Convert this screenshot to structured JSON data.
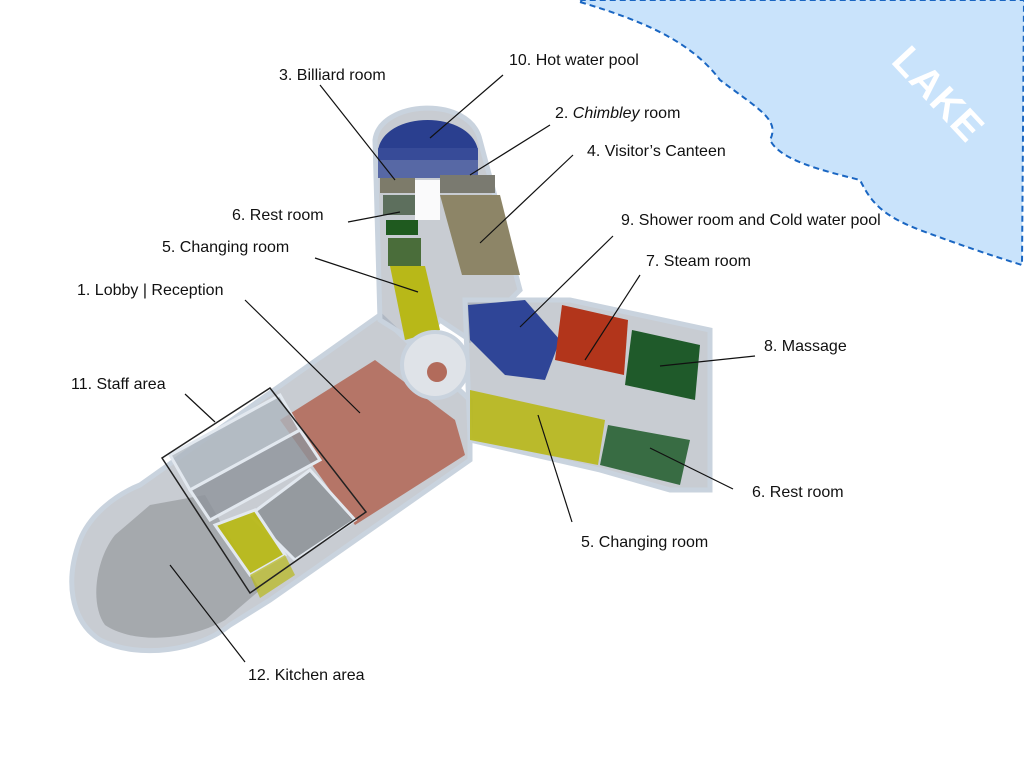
{
  "lake": {
    "label": "LAKE",
    "fill": "#c9e3fb",
    "border": "#1a66c2"
  },
  "rooms": [
    {
      "id": "lobby",
      "text": "1. Lobby | Reception"
    },
    {
      "id": "chimbley",
      "num": "2.",
      "name": "Chimbley",
      "suffix": "room"
    },
    {
      "id": "billiard",
      "text": "3. Billiard room"
    },
    {
      "id": "canteen",
      "text": "4. Visitor’s Canteen"
    },
    {
      "id": "changing1",
      "text": "5. Changing room"
    },
    {
      "id": "changing2",
      "text": "5. Changing room"
    },
    {
      "id": "rest1",
      "text": "6. Rest room"
    },
    {
      "id": "rest2",
      "text": "6. Rest room"
    },
    {
      "id": "steam",
      "text": "7. Steam room"
    },
    {
      "id": "massage",
      "text": "8. Massage"
    },
    {
      "id": "shower",
      "text": "9. Shower room and Cold water pool"
    },
    {
      "id": "hotpool",
      "text": "10. Hot water pool"
    },
    {
      "id": "staff",
      "text": "11. Staff area"
    },
    {
      "id": "kitchen",
      "text": "12. Kitchen area"
    }
  ],
  "colors": {
    "wall": "#b9c6d6",
    "glass": "#8d96a2",
    "lobby": "#b26b5b",
    "hotpool": "#2a3f8f",
    "coldpool": "#2f4597",
    "steam": "#b2351b",
    "changing": "#b8b818",
    "rest": "#2e6a2e",
    "massage": "#1f5a2a",
    "canteen": "#8d8567",
    "kitchen": "#a3a6ab"
  }
}
